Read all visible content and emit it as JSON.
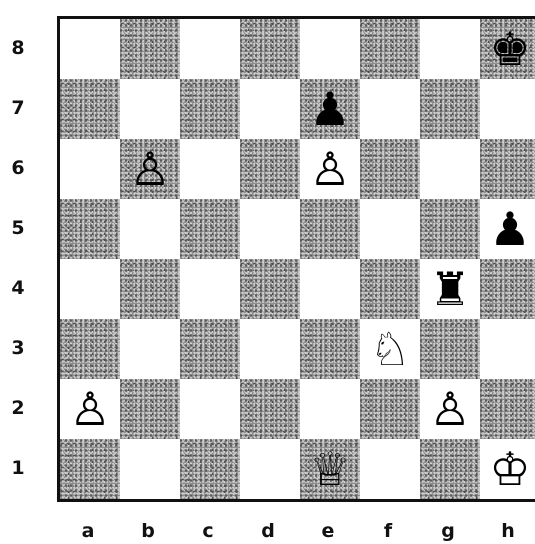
{
  "ranks": [
    "8",
    "7",
    "6",
    "5",
    "4",
    "3",
    "2",
    "1"
  ],
  "files": [
    "a",
    "b",
    "c",
    "d",
    "e",
    "f",
    "g",
    "h"
  ],
  "pieces": [
    {
      "square": "h8",
      "color": "black",
      "type": "king",
      "glyph": "♚",
      "icon": "black-king-icon"
    },
    {
      "square": "e7",
      "color": "black",
      "type": "pawn",
      "glyph": "♟",
      "icon": "black-pawn-icon"
    },
    {
      "square": "b6",
      "color": "white",
      "type": "pawn",
      "glyph": "♙",
      "icon": "white-pawn-icon"
    },
    {
      "square": "e6",
      "color": "white",
      "type": "pawn",
      "glyph": "♙",
      "icon": "white-pawn-icon"
    },
    {
      "square": "h5",
      "color": "black",
      "type": "pawn",
      "glyph": "♟",
      "icon": "black-pawn-icon"
    },
    {
      "square": "g4",
      "color": "black",
      "type": "rook",
      "glyph": "♜",
      "icon": "black-rook-icon"
    },
    {
      "square": "f3",
      "color": "white",
      "type": "knight",
      "glyph": "♘",
      "icon": "white-knight-icon"
    },
    {
      "square": "a2",
      "color": "white",
      "type": "pawn",
      "glyph": "♙",
      "icon": "white-pawn-icon"
    },
    {
      "square": "g2",
      "color": "white",
      "type": "pawn",
      "glyph": "♙",
      "icon": "white-pawn-icon"
    },
    {
      "square": "e1",
      "color": "white",
      "type": "queen",
      "glyph": "♕",
      "icon": "white-queen-icon"
    },
    {
      "square": "h1",
      "color": "white",
      "type": "king",
      "glyph": "♔",
      "icon": "white-king-icon"
    }
  ]
}
